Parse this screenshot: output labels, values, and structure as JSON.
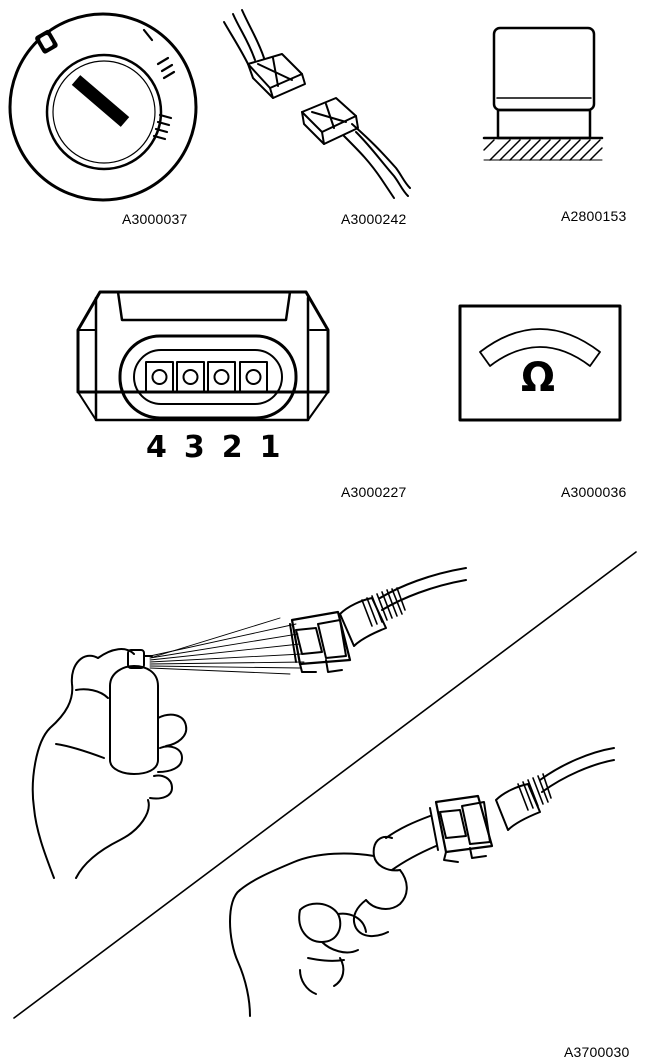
{
  "labels": {
    "ignition_switch": "A3000037",
    "connector_disconnect": "A3000242",
    "component_on_base": "A2800153",
    "connector_pins": "A3000227",
    "ohmmeter": "A3000036",
    "spray_and_reconnect": "A3700030"
  },
  "connector_pin_numbers": "4321",
  "ohm_symbol": "Ω"
}
